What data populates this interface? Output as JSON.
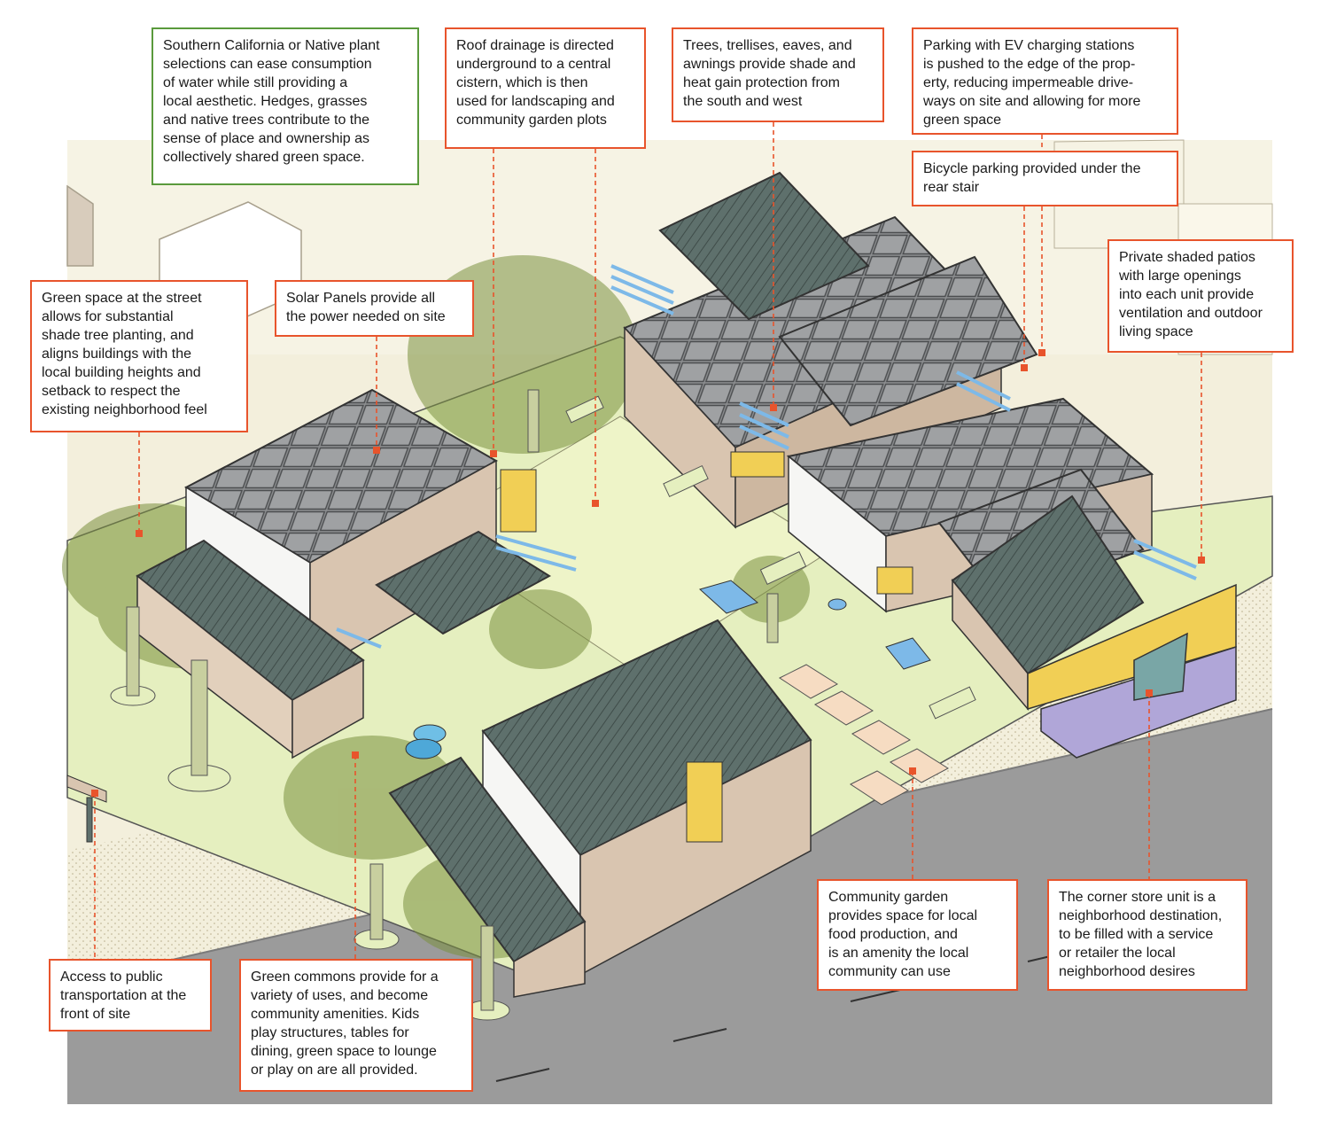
{
  "palette": {
    "accent_orange": "#e8542c",
    "accent_green": "#5a9a3c",
    "roof_dark": "#5e706c",
    "solar_panel": "#8d8f91",
    "wall_tan": "#d9c5b0",
    "wall_white": "#f6f6f4",
    "ground_green": "#e5efbf",
    "tree_canopy": "#7a8f3e",
    "trellis_blue": "#7db9e8",
    "accent_yellow": "#f1cf55",
    "store_purple": "#b0a6d8",
    "road_gray": "#9b9b9b",
    "context_cream": "#f3efdc"
  },
  "callouts": [
    {
      "id": "plants",
      "text": "Southern California or Native plant\nselections can ease consumption\nof water while still providing a\nlocal aesthetic. Hedges, grasses\nand native trees contribute to the\nsense of place and ownership as\ncollectively shared green space."
    },
    {
      "id": "drainage",
      "text": "Roof drainage is directed\nunderground to a central\ncistern, which is then\nused for landscaping and\ncommunity garden plots"
    },
    {
      "id": "shade",
      "text": "Trees, trellises, eaves, and\nawnings provide shade and\nheat gain protection from\nthe south and west"
    },
    {
      "id": "parking",
      "text": "Parking with EV charging stations\nis pushed to the edge of the prop-\nerty, reducing impermeable drive-\nways on site and allowing for more\ngreen space"
    },
    {
      "id": "bicycle",
      "text": "Bicycle parking provided under the\nrear stair"
    },
    {
      "id": "patios",
      "text": "Private shaded patios\nwith large openings\ninto each unit provide\nventilation and outdoor\nliving space"
    },
    {
      "id": "street",
      "text": "Green space at the street\nallows for substantial\nshade tree planting, and\naligns buildings with the\nlocal building heights and\nsetback to respect the\nexisting neighborhood feel"
    },
    {
      "id": "solar",
      "text": "Solar Panels provide all\nthe power needed on site"
    },
    {
      "id": "transit",
      "text": "Access to public\ntransportation at the\nfront of site"
    },
    {
      "id": "commons",
      "text": "Green commons provide for a\nvariety of uses, and become\ncommunity amenities. Kids\nplay structures, tables for\ndining, green space to lounge\nor play on are all provided."
    },
    {
      "id": "garden",
      "text": "Community garden\nprovides space for local\nfood production, and\nis an amenity the local\ncommunity can use"
    },
    {
      "id": "store",
      "text": "The corner store unit is a\nneighborhood destination,\nto be filled with a service\nor retailer the local\nneighborhood desires"
    }
  ]
}
